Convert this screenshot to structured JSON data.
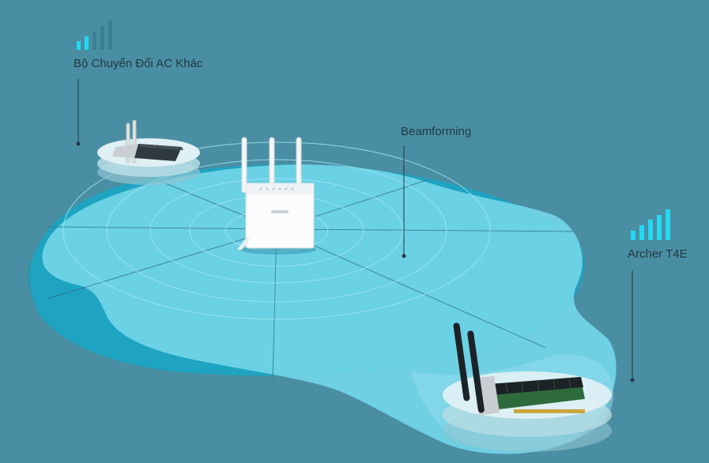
{
  "labels": {
    "other_adapter": "Bộ Chuyển Đổi AC Khác",
    "beamforming": "Beamforming",
    "product": "Archer T4E"
  },
  "signal": {
    "other_adapter_bars_strong": 2,
    "product_bars_strong": 5,
    "total_bars": 5
  },
  "colors": {
    "background": "#4a8ea3",
    "coverage_light": "#6fd3e6",
    "coverage_dark": "#27a9c5",
    "signal_strong": "#22d8f2",
    "signal_weak": "#3b7f93",
    "label_text": "#223843"
  },
  "icons": {
    "router": "wireless-router-icon",
    "other_adapter": "pcie-adapter-icon",
    "product": "archer-t4e-adapter-icon",
    "signal": "signal-strength-icon"
  }
}
